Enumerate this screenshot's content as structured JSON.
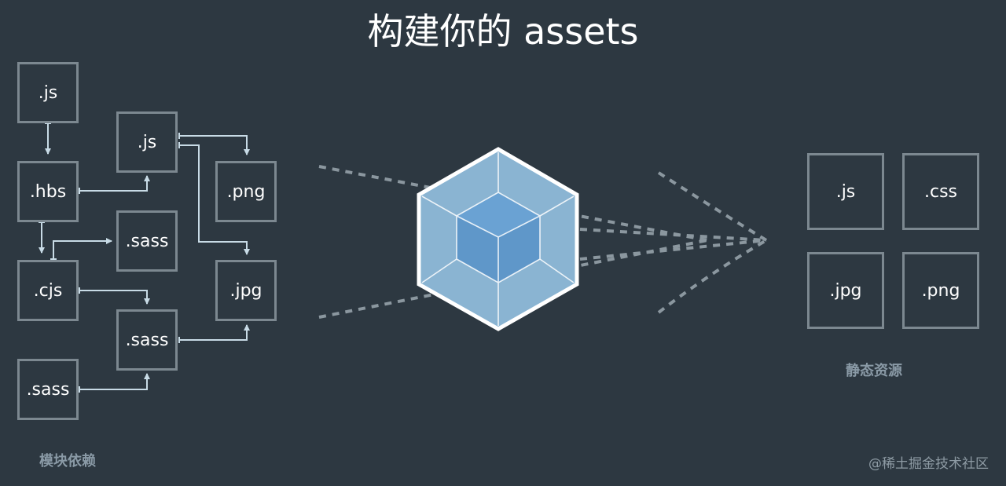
{
  "title": {
    "cn": "构建你的",
    "latin": "assets"
  },
  "modules": {
    "caption": "模块依赖",
    "files": {
      "js_top": ".js",
      "hbs": ".hbs",
      "cjs": ".cjs",
      "sass_left": ".sass",
      "js_mid": ".js",
      "sass_mid": ".sass",
      "sass_low": ".sass",
      "png": ".png",
      "jpg": ".jpg"
    }
  },
  "static_assets": {
    "caption": "静态资源",
    "files": {
      "js": ".js",
      "css": ".css",
      "jpg": ".jpg",
      "png": ".png"
    }
  },
  "watermark": "@稀土掘金技术社区",
  "colors": {
    "background": "#2d3841",
    "box_border": "#7c8890",
    "arrow": "#c8dbe6",
    "cube_light": "#8ab4d2",
    "cube_dark": "#5f97c9"
  }
}
